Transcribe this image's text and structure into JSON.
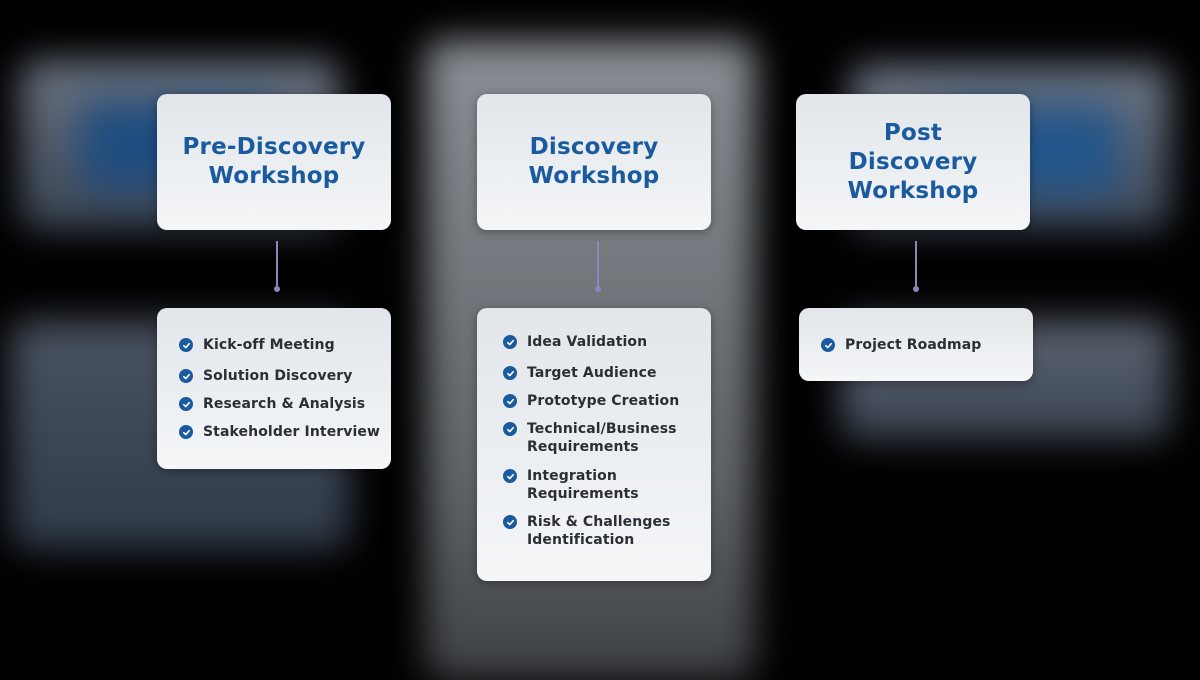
{
  "columns": [
    {
      "title": "Pre-Discovery\nWorkshop",
      "items": [
        "Kick-off Meeting",
        "Solution Discovery",
        "Research & Analysis",
        "Stakeholder Interview"
      ]
    },
    {
      "title": "Discovery\nWorkshop",
      "items": [
        "Idea Validation",
        "Target Audience",
        "Prototype Creation",
        "Technical/Business\nRequirements",
        "Integration\nRequirements",
        "Risk & Challenges\nIdentification"
      ]
    },
    {
      "title": "Post\nDiscovery\nWorkshop",
      "items": [
        "Project Roadmap"
      ]
    }
  ],
  "colors": {
    "title": "#1a5a9e",
    "check": "#1a5a9e",
    "connector": "#8f86b8",
    "card_top": "#e2e6ea",
    "card_bottom": "#f4f6f8"
  },
  "icons": {
    "bullet": "check-circle-icon"
  }
}
